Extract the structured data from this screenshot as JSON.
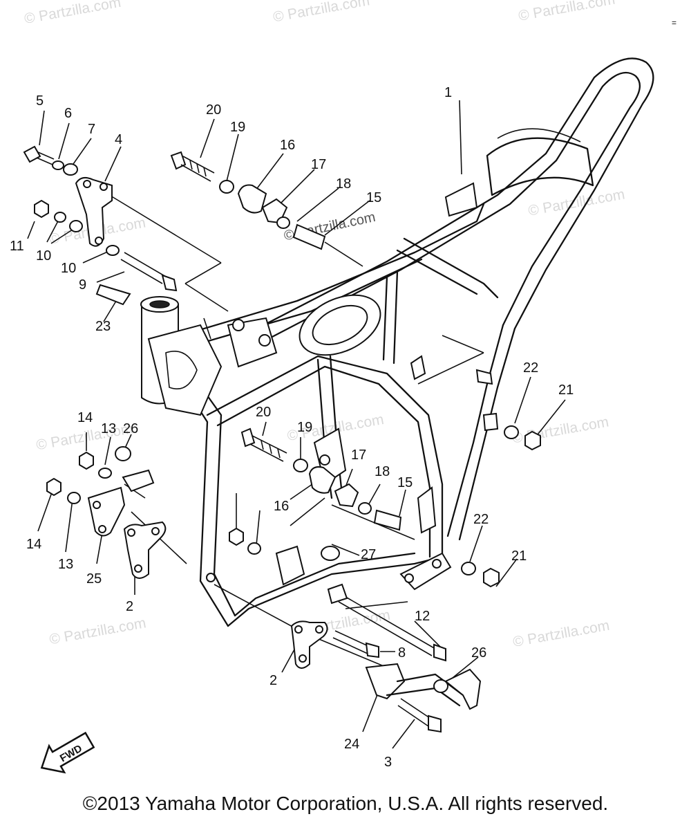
{
  "watermark": "© Partzilla.com",
  "copyright": "©2013  Yamaha Motor Corporation, U.S.A. All rights reserved.",
  "corner_mark": "=",
  "fwd_label": "FWD",
  "callouts": [
    "1",
    "2",
    "2",
    "3",
    "4",
    "5",
    "6",
    "7",
    "8",
    "9",
    "10",
    "10",
    "11",
    "12",
    "13",
    "13",
    "14",
    "14",
    "15",
    "15",
    "16",
    "16",
    "17",
    "17",
    "18",
    "18",
    "19",
    "19",
    "20",
    "20",
    "21",
    "21",
    "22",
    "22",
    "23",
    "24",
    "25",
    "26",
    "26",
    "27"
  ]
}
